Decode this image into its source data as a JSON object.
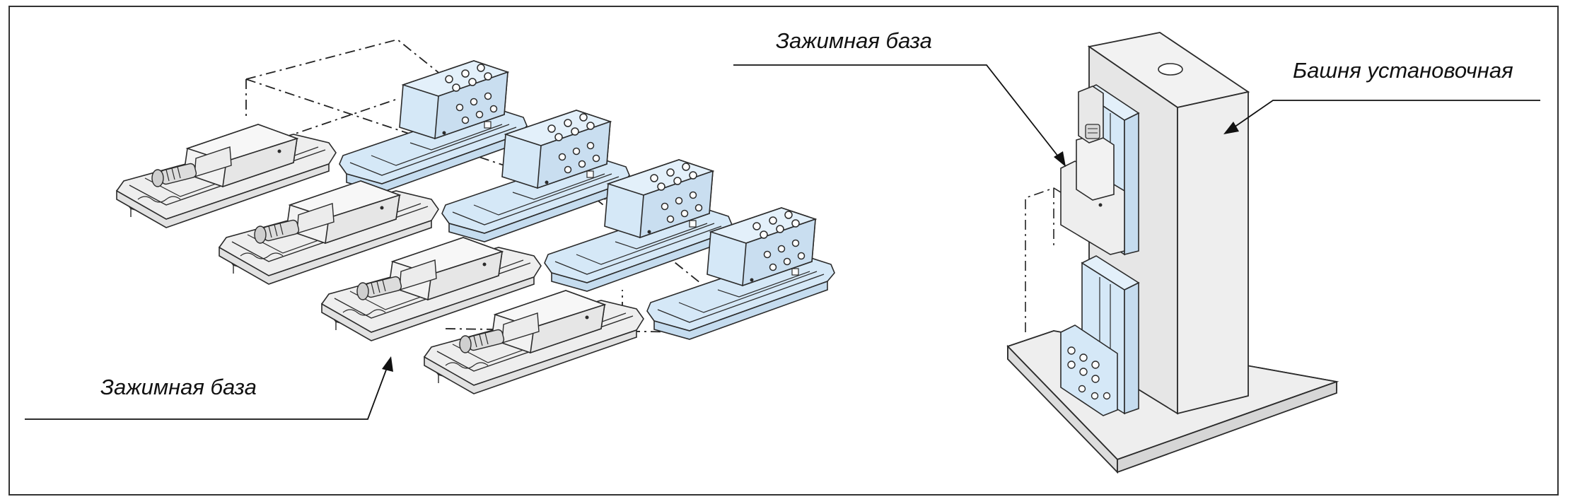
{
  "labels": {
    "left_base": "Зажимная база",
    "right_base": "Зажимная база",
    "tower": "Башня установочная"
  },
  "colors": {
    "base_fill": "#d5e8f7",
    "vise_fill": "#eeeeee",
    "outline": "#2b2b2b",
    "frame": "#333333"
  },
  "illustration": {
    "vise_count": 4,
    "clamp_base_count": 4
  }
}
